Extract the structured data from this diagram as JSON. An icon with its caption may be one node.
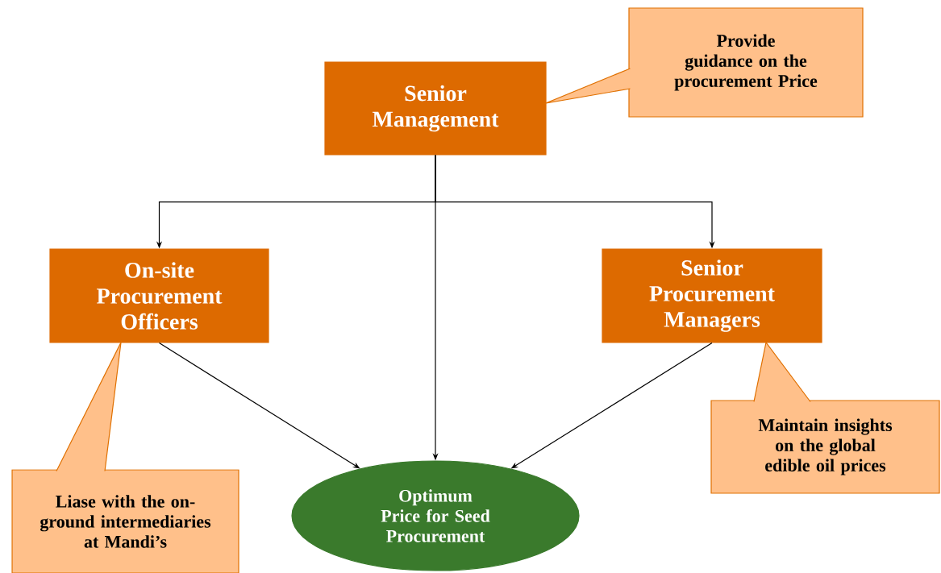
{
  "diagram": {
    "nodes": [
      {
        "text": [
          "Senior Management"
        ]
      },
      {
        "text": [
          "Provide guidance on the procurement Price"
        ]
      },
      {
        "text": [
          "On-site Procurement Officers"
        ]
      },
      {
        "text": [
          "Senior Procurement Managers"
        ]
      },
      {
        "text": [
          "Optimum Price for Seed Procurement"
        ]
      },
      {
        "text": [
          "Liase with the on-ground intermediaries at Mandi’s"
        ]
      },
      {
        "text": [
          "Maintain insights on the global edible oil prices"
        ]
      }
    ],
    "edges": [
      {
        "from": 0,
        "to": 2,
        "arrow": "to"
      },
      {
        "from": 0,
        "to": 3,
        "arrow": "to"
      },
      {
        "from": 0,
        "to": 4,
        "arrow": "to"
      },
      {
        "from": 2,
        "to": 4,
        "arrow": "to"
      },
      {
        "from": 3,
        "to": 4,
        "arrow": "to"
      }
    ]
  }
}
